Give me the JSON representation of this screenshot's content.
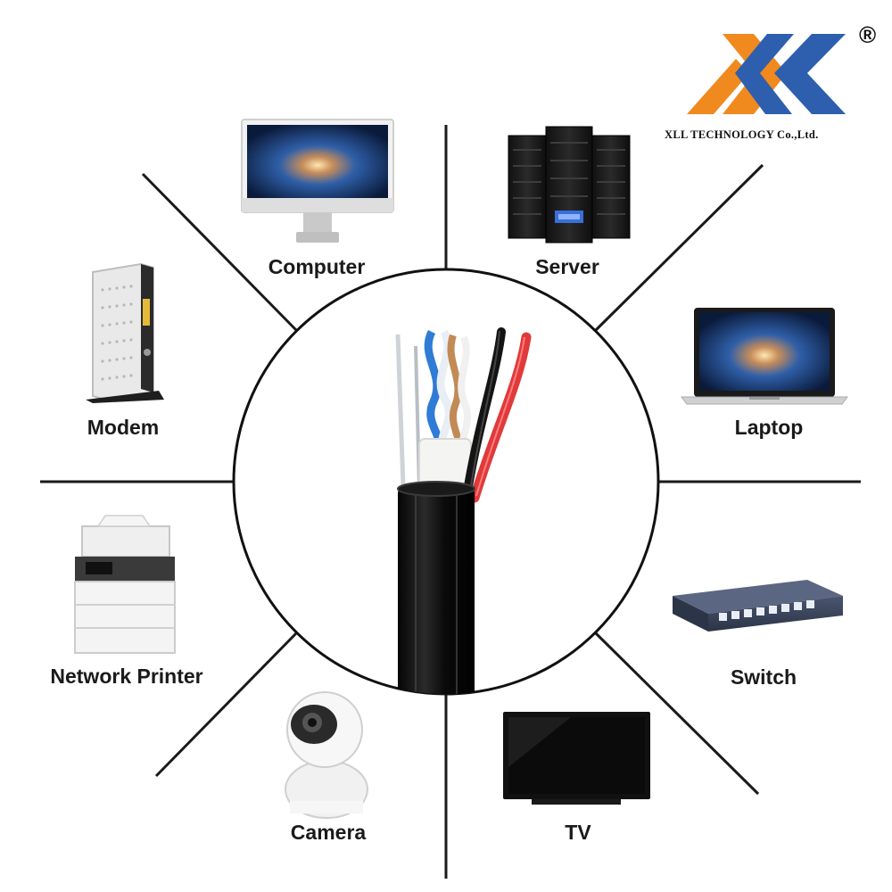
{
  "brand": {
    "name": "XLL TECHNOLOGY Co.,Ltd.",
    "mark": "®",
    "colors": {
      "orange": "#f08a1e",
      "blue": "#2d5fae"
    }
  },
  "center": {
    "product": "cable-cross-section"
  },
  "devices": [
    {
      "id": "computer",
      "label": "Computer"
    },
    {
      "id": "server",
      "label": "Server"
    },
    {
      "id": "modem",
      "label": "Modem"
    },
    {
      "id": "laptop",
      "label": "Laptop"
    },
    {
      "id": "network-printer",
      "label": "Network Printer"
    },
    {
      "id": "switch",
      "label": "Switch"
    },
    {
      "id": "camera",
      "label": "Camera"
    },
    {
      "id": "tv",
      "label": "TV"
    }
  ]
}
